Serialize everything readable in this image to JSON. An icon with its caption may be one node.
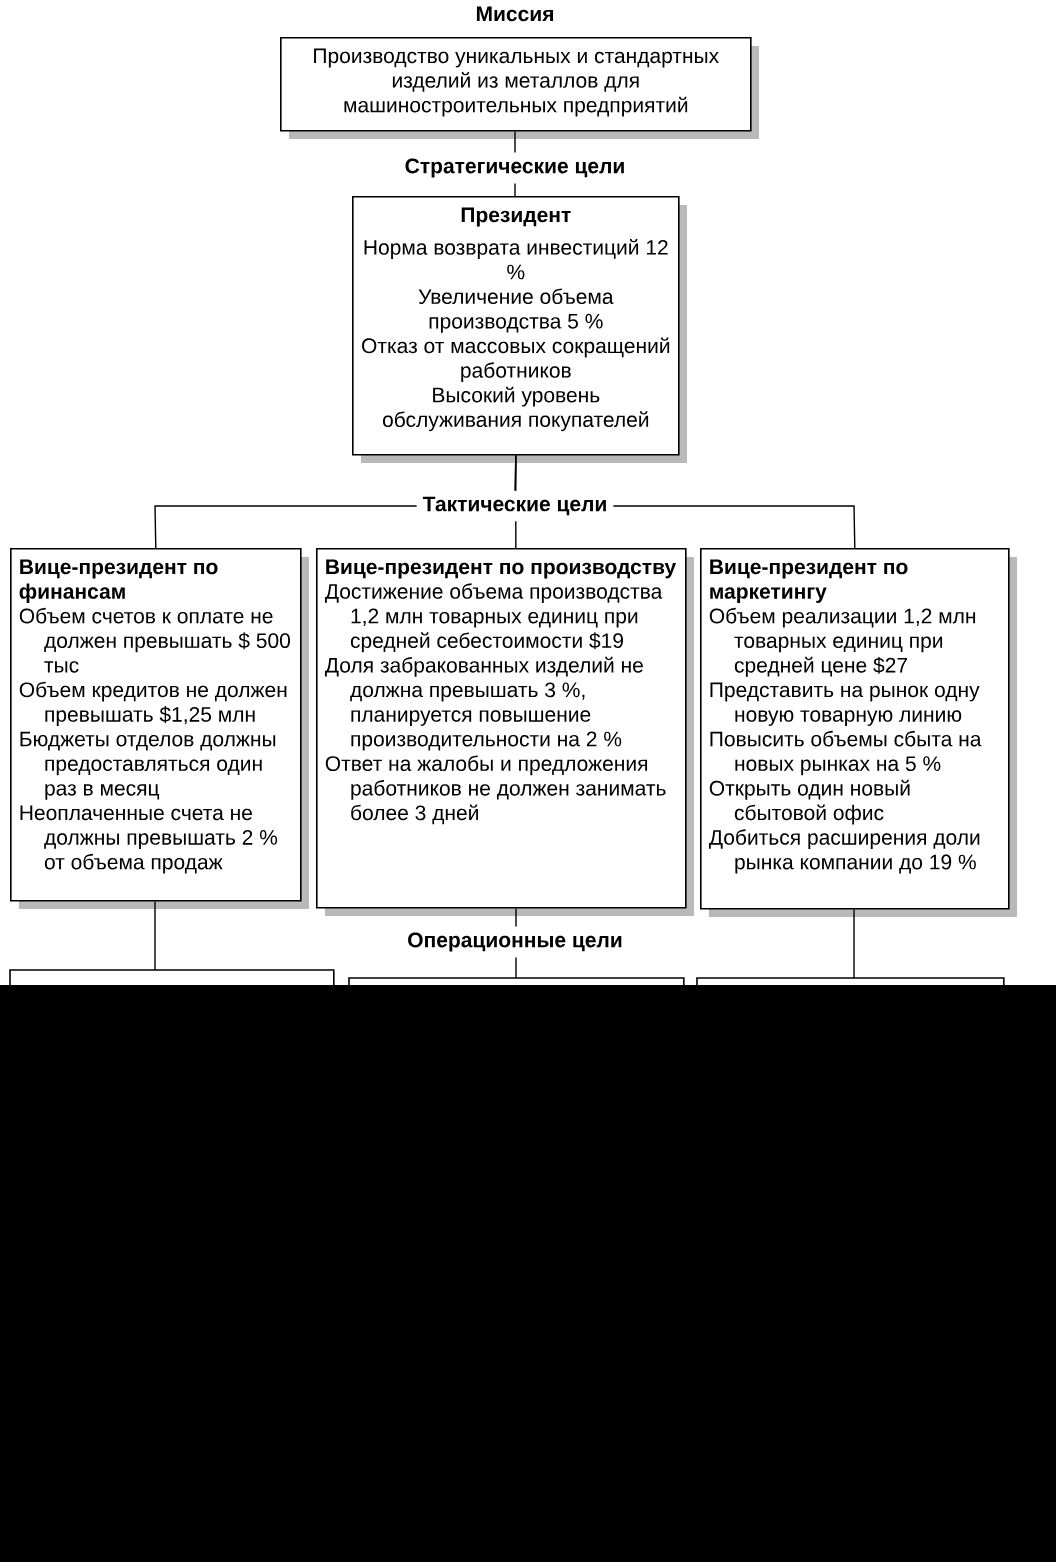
{
  "diagram": {
    "nodes": [
      {
        "text": [
          "Миссия",
          "Производство уникальных и стандартных изделий из металлов для машиностроительных предприятий"
        ]
      },
      {
        "text": [
          "Президент",
          "Норма возврата инвестиций 12 %",
          "Увеличение объема производства 5 %",
          "Отказ от массовых сокращений работников",
          "Высокий уровень обслуживания покупателей"
        ]
      },
      {
        "text": [
          "Вице-президент по финансам",
          "Объем счетов к оплате не должен превышать $ 500 тыс",
          "Объем кредитов не должен превышать $1,25 млн",
          "Бюджеты отделов должны предоставляться один раз в месяц",
          "Неоплаченные счета не должны превышать 2 % от объема продаж"
        ]
      },
      {
        "text": [
          "Вице-президент по производству",
          "Достижение объема производства 1,2 млн товарных единиц при средней себестоимости $19",
          "Доля забракованных изделий не должна превышать 3 %, планируется повышение производительности на 2 %",
          "Ответ на жалобы и предложения работников не должен занимать более 3 дней"
        ]
      },
      {
        "text": [
          "Вице-президент по маркетингу",
          "Объем реализации 1,2 млн товарных единиц при средней цене $27",
          "Представить на рынок одну новую товарную линию",
          "Повысить объемы сбыта на новых рынках на 5 %",
          "Открыть один новый сбытовой офис",
          "Добиться расширения доли рынка компании до 19 %"
        ]
      },
      {
        "text": [],
        "shape": "box"
      },
      {
        "text": [],
        "shape": "box"
      },
      {
        "text": [],
        "shape": "box"
      }
    ],
    "edges": [
      {
        "from": 0,
        "to": 1,
        "arrow": "none",
        "label": "Стратегические цели"
      },
      {
        "from": 1,
        "to": 2,
        "arrow": "none"
      },
      {
        "from": 1,
        "to": 3,
        "arrow": "none",
        "label": "Тактические цели"
      },
      {
        "from": 1,
        "to": 4,
        "arrow": "none"
      },
      {
        "from": 2,
        "to": 5,
        "arrow": "none"
      },
      {
        "from": 3,
        "to": 6,
        "arrow": "none",
        "label": "Операционные цели"
      },
      {
        "from": 4,
        "to": 7,
        "arrow": "none"
      }
    ]
  }
}
